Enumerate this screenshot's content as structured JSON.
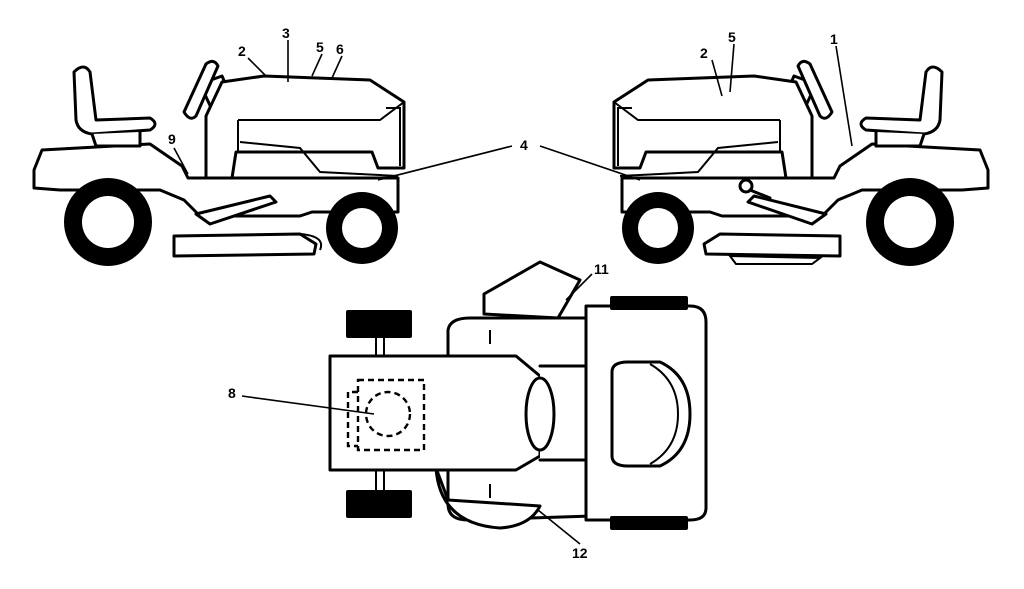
{
  "callouts": {
    "c1": "1",
    "c2a": "2",
    "c2b": "2",
    "c3": "3",
    "c4": "4",
    "c5a": "5",
    "c5b": "5",
    "c6": "6",
    "c8": "8",
    "c9": "9",
    "c11": "11",
    "c12": "12"
  }
}
